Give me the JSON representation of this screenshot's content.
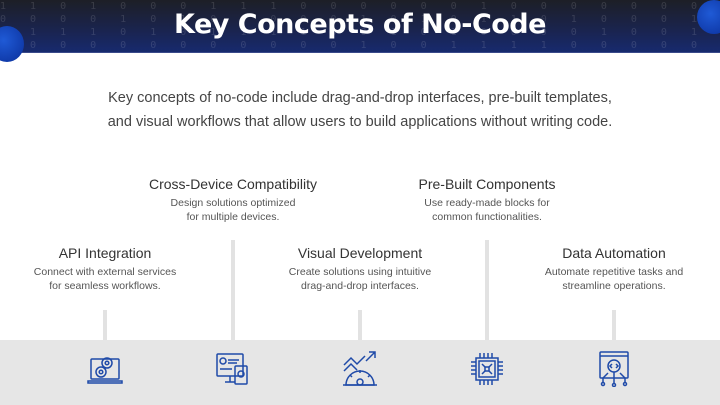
{
  "header": {
    "title": "Key Concepts of No-Code"
  },
  "intro": [
    "Key concepts of no-code include drag-and-drop interfaces, pre-built templates,",
    "and visual workflows that allow users to build applications without writing code."
  ],
  "concepts": [
    {
      "title": "API Integration",
      "desc": [
        "Connect with external services",
        "for seamless workflows."
      ],
      "icon": "laptop-gears-icon"
    },
    {
      "title": "Cross-Device Compatibility",
      "desc": [
        "Design solutions optimized",
        "for multiple devices."
      ],
      "icon": "monitor-phone-icon"
    },
    {
      "title": "Visual Development",
      "desc": [
        "Create solutions using intuitive",
        "drag-and-drop interfaces."
      ],
      "icon": "growth-gear-icon"
    },
    {
      "title": "Pre-Built Components",
      "desc": [
        "Use ready-made blocks for",
        "common functionalities."
      ],
      "icon": "chip-icon"
    },
    {
      "title": "Data Automation",
      "desc": [
        "Automate repetitive tasks and",
        "streamline operations."
      ],
      "icon": "code-bot-icon"
    }
  ],
  "colors": {
    "accent": "#1f4aa8",
    "header": "#1a2450",
    "band": "#e6e6e6"
  }
}
